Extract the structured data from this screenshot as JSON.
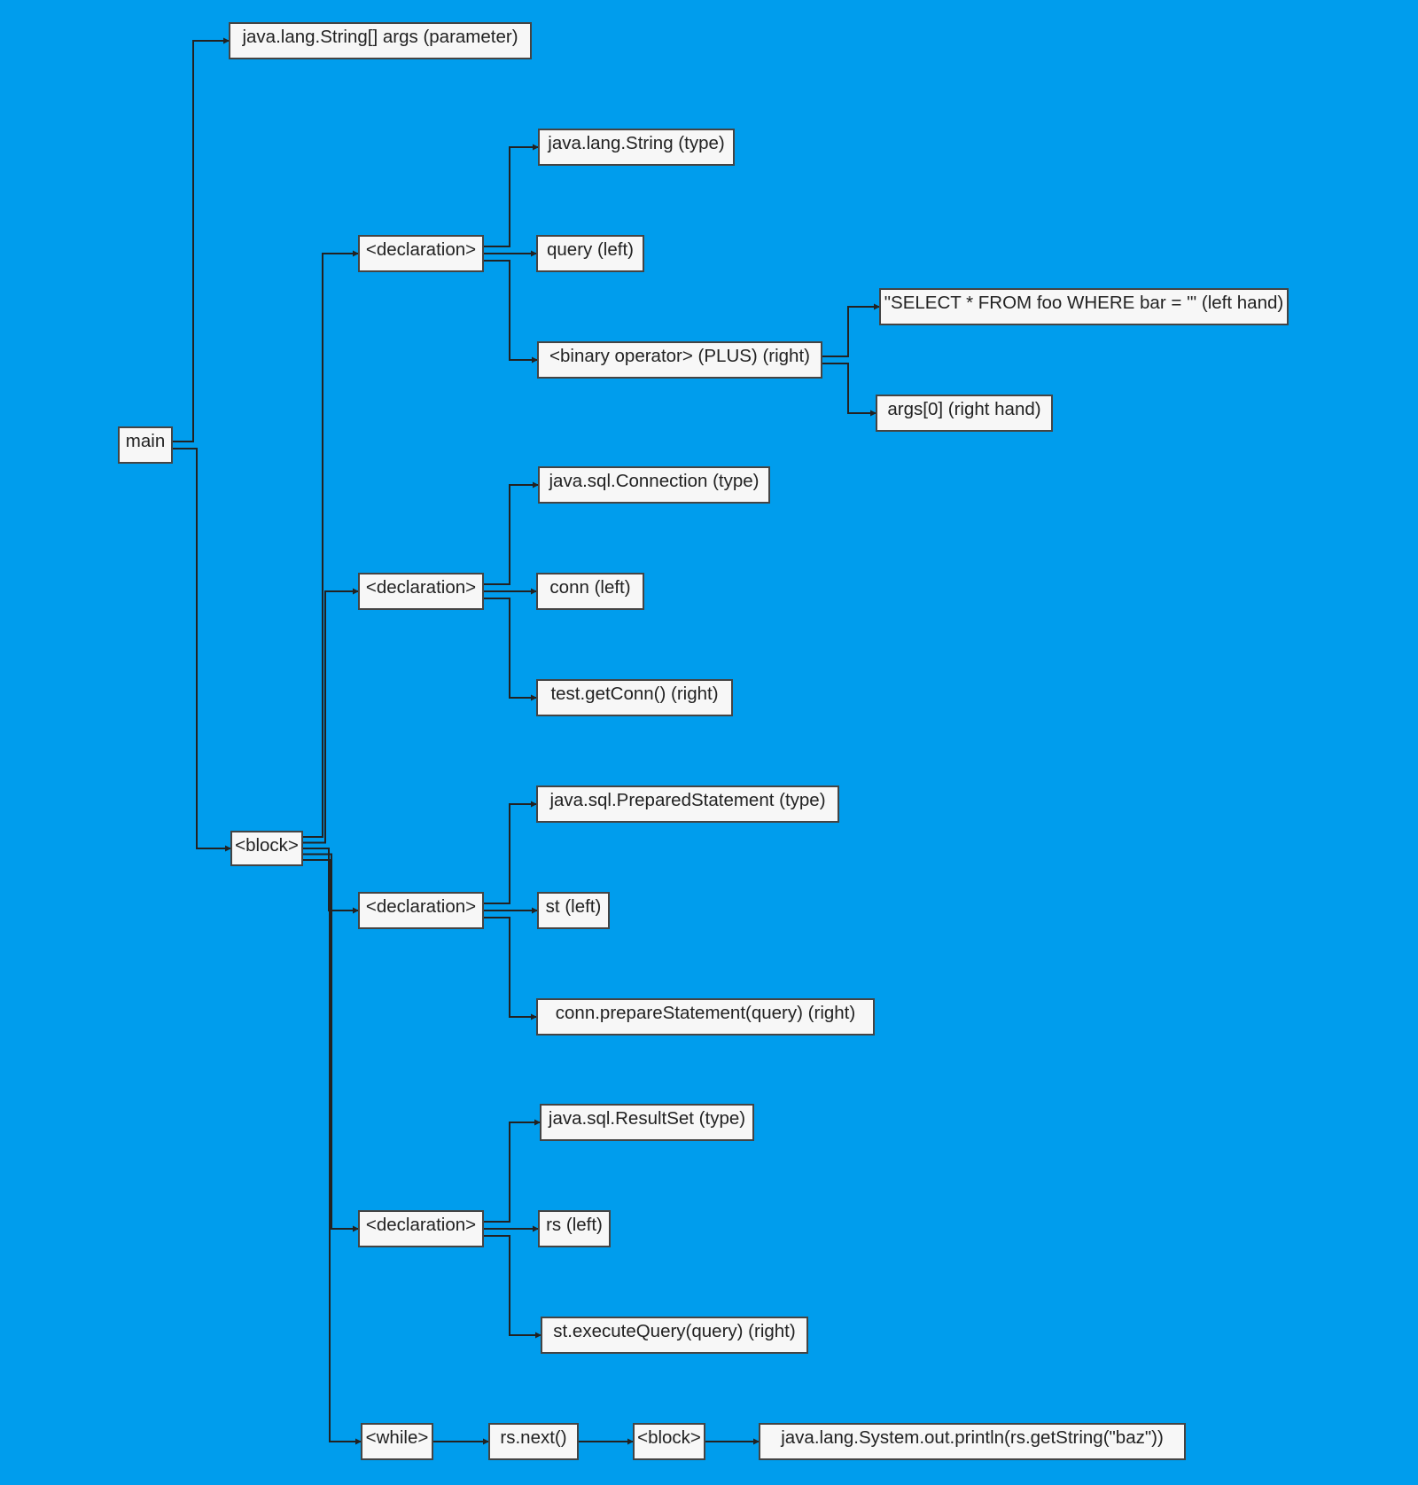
{
  "diagram": {
    "background": "#009ded",
    "node_fill": "#f7f7f7",
    "node_border": "#444444",
    "edge_color": "#222222",
    "nodes": [
      {
        "id": "n_main",
        "label": "main"
      },
      {
        "id": "n_param",
        "label": "java.lang.String[] args (parameter)"
      },
      {
        "id": "n_block",
        "label": "<block>"
      },
      {
        "id": "n_decl1",
        "label": "<declaration>"
      },
      {
        "id": "n_d1_type",
        "label": "java.lang.String (type)"
      },
      {
        "id": "n_d1_left",
        "label": "query (left)"
      },
      {
        "id": "n_d1_right",
        "label": "<binary operator> (PLUS) (right)"
      },
      {
        "id": "n_op_lh",
        "label": "\"SELECT * FROM foo WHERE bar = '\" (left hand)"
      },
      {
        "id": "n_op_rh",
        "label": "args[0] (right hand)"
      },
      {
        "id": "n_decl2",
        "label": "<declaration>"
      },
      {
        "id": "n_d2_type",
        "label": "java.sql.Connection (type)"
      },
      {
        "id": "n_d2_left",
        "label": "conn (left)"
      },
      {
        "id": "n_d2_right",
        "label": "test.getConn() (right)"
      },
      {
        "id": "n_decl3",
        "label": "<declaration>"
      },
      {
        "id": "n_d3_type",
        "label": "java.sql.PreparedStatement (type)"
      },
      {
        "id": "n_d3_left",
        "label": "st (left)"
      },
      {
        "id": "n_d3_right",
        "label": "conn.prepareStatement(query) (right)"
      },
      {
        "id": "n_decl4",
        "label": "<declaration>"
      },
      {
        "id": "n_d4_type",
        "label": "java.sql.ResultSet (type)"
      },
      {
        "id": "n_d4_left",
        "label": "rs (left)"
      },
      {
        "id": "n_d4_right",
        "label": "st.executeQuery(query) (right)"
      },
      {
        "id": "n_while",
        "label": "<while>"
      },
      {
        "id": "n_cond",
        "label": "rs.next()"
      },
      {
        "id": "n_wblock",
        "label": "<block>"
      },
      {
        "id": "n_println",
        "label": "java.lang.System.out.println(rs.getString(\"baz\"))"
      }
    ],
    "edges": [
      {
        "from": "n_main",
        "to": "n_param"
      },
      {
        "from": "n_main",
        "to": "n_block"
      },
      {
        "from": "n_block",
        "to": "n_decl1"
      },
      {
        "from": "n_block",
        "to": "n_decl2"
      },
      {
        "from": "n_block",
        "to": "n_decl3"
      },
      {
        "from": "n_block",
        "to": "n_decl4"
      },
      {
        "from": "n_block",
        "to": "n_while"
      },
      {
        "from": "n_decl1",
        "to": "n_d1_type"
      },
      {
        "from": "n_decl1",
        "to": "n_d1_left"
      },
      {
        "from": "n_decl1",
        "to": "n_d1_right"
      },
      {
        "from": "n_d1_right",
        "to": "n_op_lh"
      },
      {
        "from": "n_d1_right",
        "to": "n_op_rh"
      },
      {
        "from": "n_decl2",
        "to": "n_d2_type"
      },
      {
        "from": "n_decl2",
        "to": "n_d2_left"
      },
      {
        "from": "n_decl2",
        "to": "n_d2_right"
      },
      {
        "from": "n_decl3",
        "to": "n_d3_type"
      },
      {
        "from": "n_decl3",
        "to": "n_d3_left"
      },
      {
        "from": "n_decl3",
        "to": "n_d3_right"
      },
      {
        "from": "n_decl4",
        "to": "n_d4_type"
      },
      {
        "from": "n_decl4",
        "to": "n_d4_left"
      },
      {
        "from": "n_decl4",
        "to": "n_d4_right"
      },
      {
        "from": "n_while",
        "to": "n_cond"
      },
      {
        "from": "n_cond",
        "to": "n_wblock"
      },
      {
        "from": "n_wblock",
        "to": "n_println"
      }
    ]
  }
}
